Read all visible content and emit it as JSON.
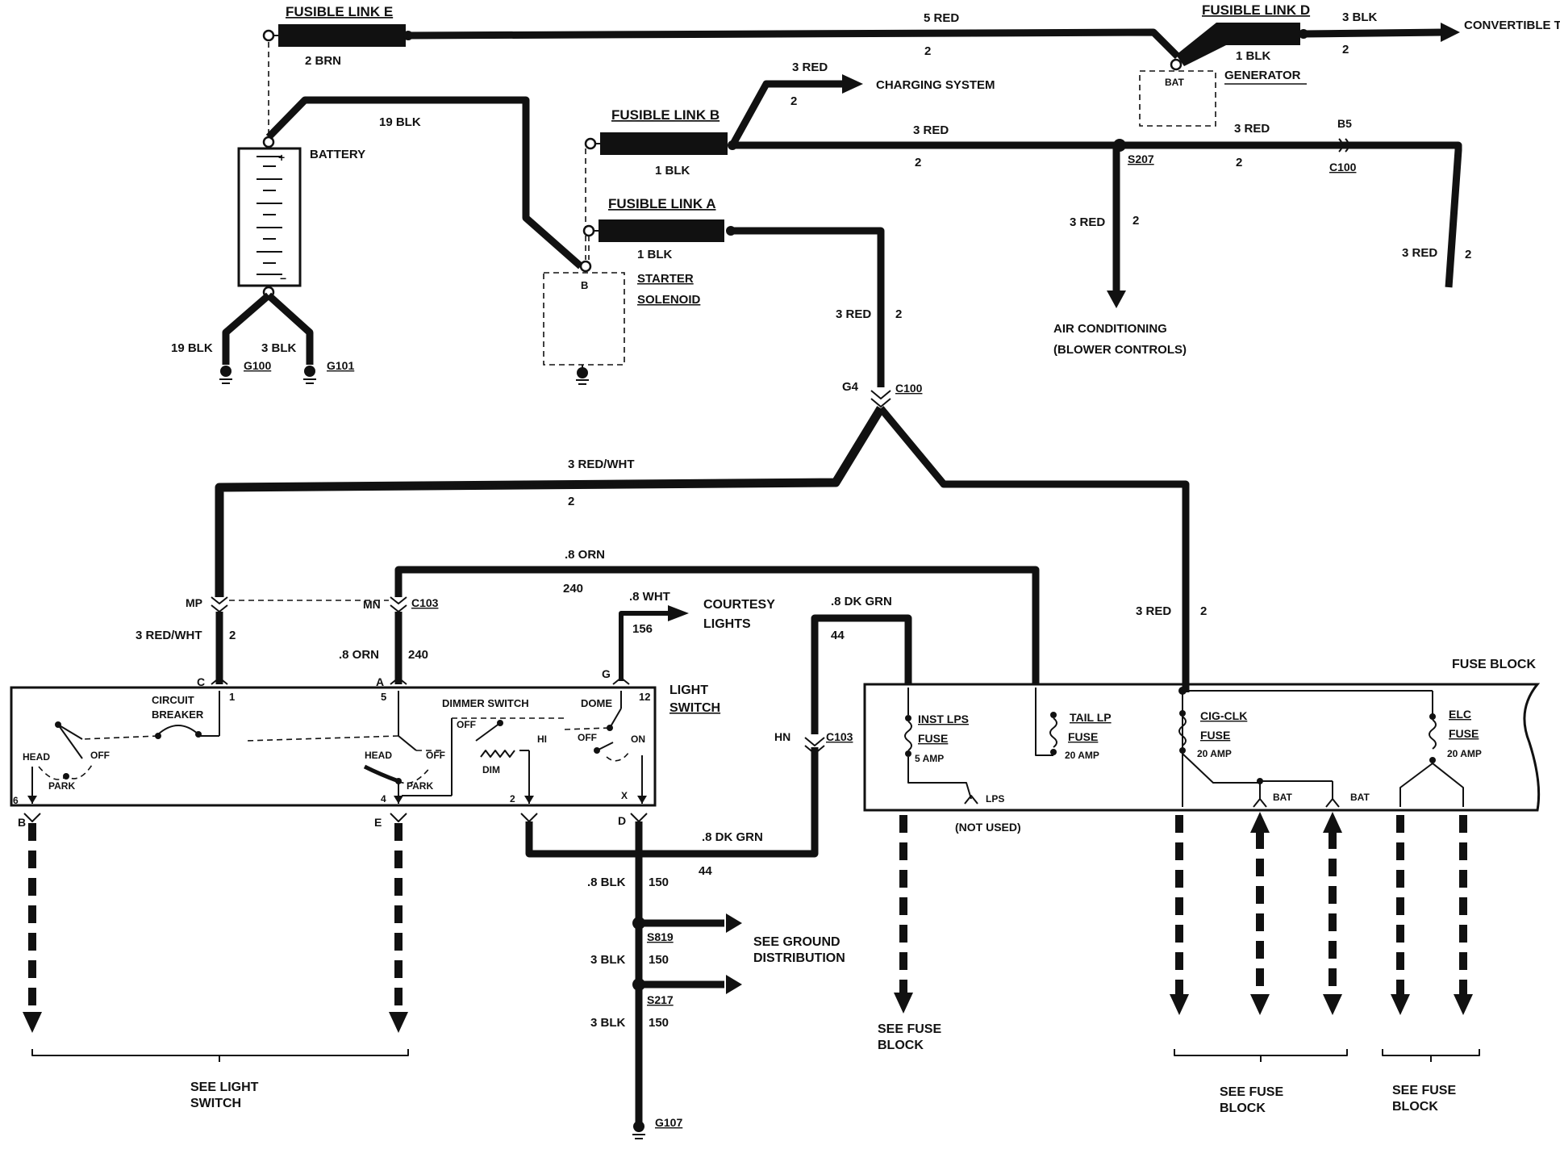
{
  "labels": {
    "fusible_link_e": "FUSIBLE LINK E",
    "fusible_link_d": "FUSIBLE LINK D",
    "fusible_link_b": "FUSIBLE LINK B",
    "fusible_link_a": "FUSIBLE LINK A",
    "brn_2": "2 BRN",
    "red_5": "5 RED",
    "blk_3_top": "3 BLK",
    "num_2_top": "2",
    "num_2_top2": "2",
    "convertible_top": "CONVERTIBLE TOP",
    "blk_1_d": "1 BLK",
    "bat": "BAT",
    "generator": "GENERATOR",
    "blk_19_top": "19 BLK",
    "battery": "BATTERY",
    "red_3_charging": "3 RED",
    "num_2_charging": "2",
    "charging_system": "CHARGING SYSTEM",
    "blk_1_b": "1 BLK",
    "red_3_b": "3 RED",
    "num_2_b": "2",
    "s207": "S207",
    "red_3_c100": "3 RED",
    "num_2_c100": "2",
    "b5": "B5",
    "c100_right": "C100",
    "blk_1_a": "1 BLK",
    "starter": "STARTER",
    "solenoid": "SOLENOID",
    "pin_b": "B",
    "red_3_ac": "3 RED",
    "num_2_ac": "2",
    "air_conditioning": "AIR CONDITIONING",
    "blower_controls": "(BLOWER CONTROLS)",
    "red_3_far": "3 RED",
    "num_2_far": "2",
    "blk_19_gnd": "19 BLK",
    "blk_3_gnd": "3 BLK",
    "g100": "G100",
    "g101": "G101",
    "red_3_main": "3 RED",
    "num_2_main": "2",
    "g4": "G4",
    "c100_mid": "C100",
    "red_wht_3": "3 RED/WHT",
    "num_2_redwht": "2",
    "orn_8": ".8 ORN",
    "num_240": "240",
    "mp": "MP",
    "mn": "MN",
    "c103_top": "C103",
    "red_wht_3_left": "3 RED/WHT",
    "num_2_left": "2",
    "orn_8_left": ".8 ORN",
    "num_240_left": "240",
    "wht_8": ".8 WHT",
    "num_156": "156",
    "courtesy": "COURTESY",
    "lights": "LIGHTS",
    "dkgrn_8_top": ".8 DK GRN",
    "num_44_top": "44",
    "red_3_fuse": "3 RED",
    "num_2_fuse": "2",
    "pin_c": "C",
    "pin_a": "A",
    "pin_g": "G",
    "pin_1": "1",
    "pin_5": "5",
    "pin_12": "12",
    "light": "LIGHT",
    "switch": "SWITCH",
    "circuit": "CIRCUIT",
    "breaker": "BREAKER",
    "dimmer_switch": "DIMMER SWITCH",
    "dome": "DOME",
    "off_dim": "OFF",
    "hi": "HI",
    "dim": "DIM",
    "off_dome": "OFF",
    "on_dome": "ON",
    "head_left": "HEAD",
    "off_left": "OFF",
    "park_left": "PARK",
    "head_mid": "HEAD",
    "off_mid": "OFF",
    "park_mid": "PARK",
    "pin_6": "6",
    "pin_4": "4",
    "pin_2sw": "2",
    "pin_x": "X",
    "pin_b_bot": "B",
    "pin_e": "E",
    "pin_d": "D",
    "hn": "HN",
    "c103_mid": "C103",
    "fuse_block": "FUSE BLOCK",
    "inst_lps": "INST LPS",
    "fuse_1": "FUSE",
    "amp_5": "5 AMP",
    "tail_lp": "TAIL LP",
    "fuse_2": "FUSE",
    "amp_20_a": "20 AMP",
    "cig_clk": "CIG-CLK",
    "fuse_3": "FUSE",
    "amp_20_b": "20 AMP",
    "elc": "ELC",
    "fuse_4": "FUSE",
    "amp_20_c": "20 AMP",
    "lps": "LPS",
    "not_used": "(NOT USED)",
    "bat_1": "BAT",
    "bat_2": "BAT",
    "dkgrn_8_bot": ".8 DK GRN",
    "num_44_bot": "44",
    "blk_8": ".8 BLK",
    "num_150_a": "150",
    "s819": "S819",
    "blk_3_a": "3 BLK",
    "num_150_b": "150",
    "s217": "S217",
    "blk_3_b": "3 BLK",
    "num_150_c": "150",
    "g107": "G107",
    "see_ground": "SEE GROUND",
    "distribution": "DISTRIBUTION",
    "see_light": "SEE LIGHT",
    "switch_ref": "SWITCH",
    "see_fuse_1": "SEE FUSE",
    "block_1": "BLOCK",
    "see_fuse_2": "SEE FUSE",
    "block_2": "BLOCK",
    "see_fuse_3": "SEE FUSE",
    "block_3": "BLOCK"
  }
}
